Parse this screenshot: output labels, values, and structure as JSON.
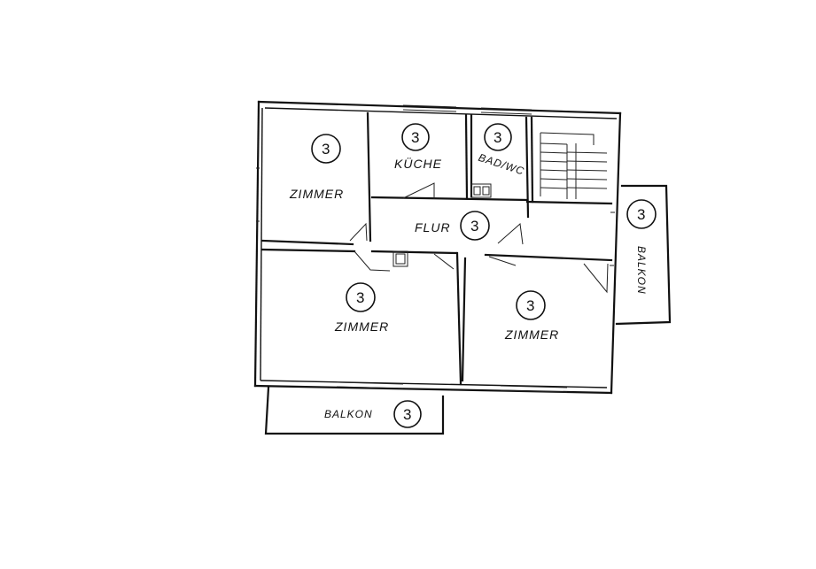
{
  "rooms": [
    {
      "id": "zimmer-top-left",
      "label": "ZIMMER",
      "number": "3"
    },
    {
      "id": "kueche",
      "label": "KÜCHE",
      "number": "3"
    },
    {
      "id": "bad-wc",
      "label": "BAD/WC",
      "number": "3"
    },
    {
      "id": "flur",
      "label": "FLUR",
      "number": "3"
    },
    {
      "id": "zimmer-center",
      "label": "ZIMMER",
      "number": "3"
    },
    {
      "id": "zimmer-right",
      "label": "ZIMMER",
      "number": "3"
    },
    {
      "id": "balkon-right",
      "label": "BALKON",
      "number": "3"
    },
    {
      "id": "balkon-bottom",
      "label": "BALKON",
      "number": "3"
    }
  ]
}
